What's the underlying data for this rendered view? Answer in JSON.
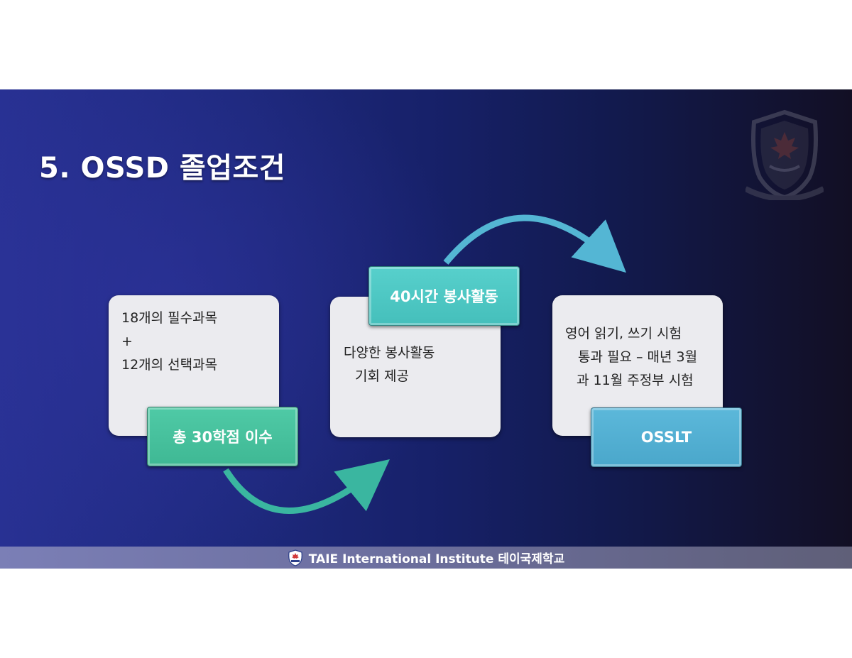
{
  "slide": {
    "title": "5. OSSD 졸업조건"
  },
  "steps": [
    {
      "lines": [
        "18개의 필수과목",
        "+",
        "12개의 선택과목"
      ],
      "badge": "총 30학점 이수",
      "badge_color": "#45bf9a"
    },
    {
      "lines": [
        "다양한 봉사활동",
        "기회 제공"
      ],
      "badge": "40시간 봉사활동",
      "badge_color": "#4cc6c2"
    },
    {
      "lines": [
        "영어 읽기, 쓰기 시험",
        "통과 필요 – 매년 3월",
        "과 11월 주정부 시험"
      ],
      "badge": "OSSLT",
      "badge_color": "#52afd2"
    }
  ],
  "footer": {
    "text": "TAIE International Institute 테이국제학교"
  },
  "icons": {
    "crest": "school-crest-icon",
    "footer_logo": "school-logo-icon"
  }
}
